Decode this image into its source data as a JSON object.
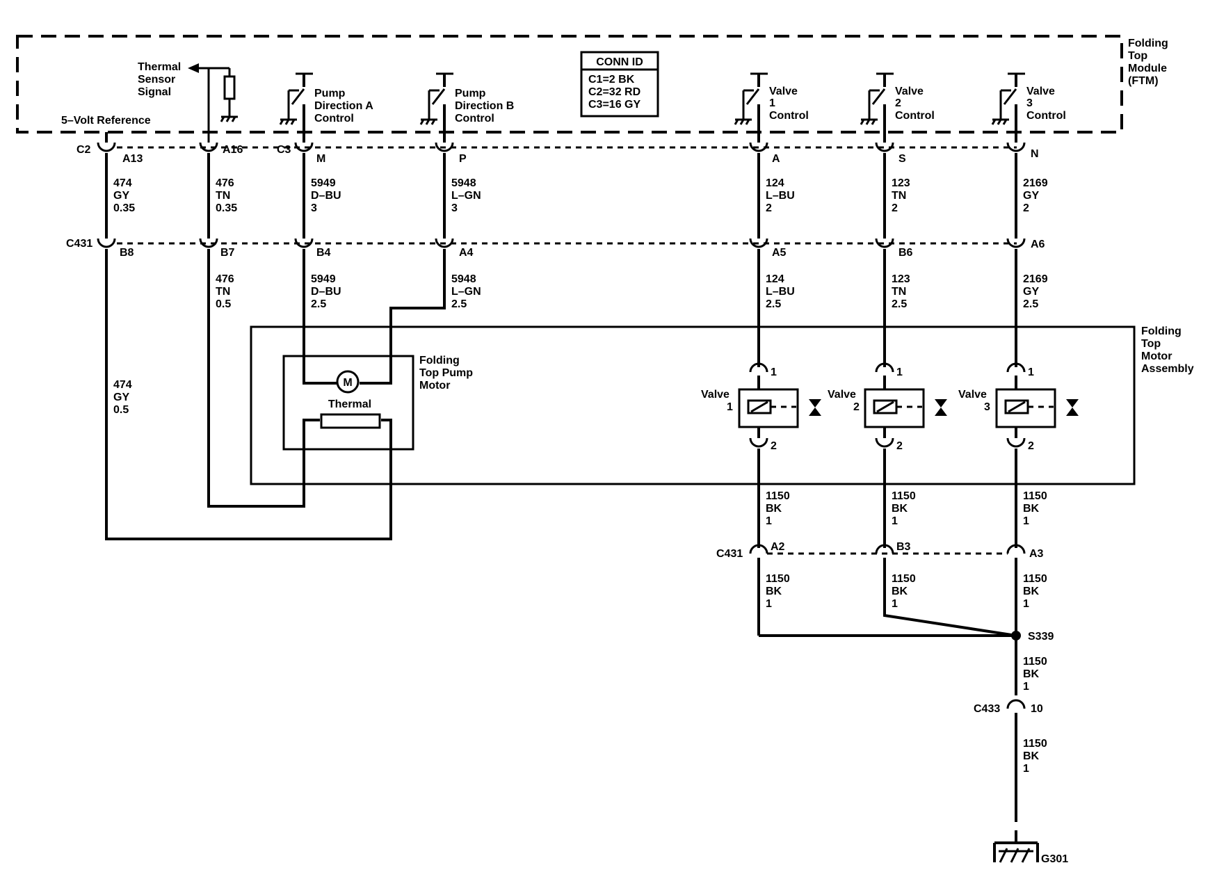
{
  "module": {
    "title": [
      "Folding",
      "Top",
      "Module",
      "(FTM)"
    ],
    "conn_id": {
      "title": "CONN ID",
      "lines": [
        "C1=2 BK",
        "C2=32 RD",
        "C3=16 GY"
      ]
    },
    "five_volt_label": "5–Volt Reference",
    "thermal_signal_label": [
      "Thermal",
      "Sensor",
      "Signal"
    ],
    "switches": [
      {
        "label": [
          "Pump",
          "Direction A",
          "Control"
        ]
      },
      {
        "label": [
          "Pump",
          "Direction B",
          "Control"
        ]
      },
      {
        "label": [
          "Valve",
          "1",
          "Control"
        ]
      },
      {
        "label": [
          "Valve",
          "2",
          "Control"
        ]
      },
      {
        "label": [
          "Valve",
          "3",
          "Control"
        ]
      }
    ]
  },
  "connectors": {
    "module_row": {
      "c2": "C2",
      "c3": "C3",
      "pins": [
        "A13",
        "A16",
        "M",
        "P",
        "A",
        "S",
        "N"
      ]
    },
    "c431_top": {
      "name": "C431",
      "pins": [
        "B8",
        "B7",
        "B4",
        "A4",
        "A5",
        "B6",
        "A6"
      ]
    },
    "c431_bottom": {
      "name": "C431",
      "pins": [
        "A2",
        "B3",
        "A3"
      ]
    },
    "c433": {
      "name": "C433",
      "pin": "10"
    }
  },
  "wires_upper": [
    [
      "474",
      "GY",
      "0.35"
    ],
    [
      "476",
      "TN",
      "0.35"
    ],
    [
      "5949",
      "D–BU",
      "3"
    ],
    [
      "5948",
      "L–GN",
      "3"
    ],
    [
      "124",
      "L–BU",
      "2"
    ],
    [
      "123",
      "TN",
      "2"
    ],
    [
      "2169",
      "GY",
      "2"
    ]
  ],
  "wires_lower": [
    [
      "476",
      "TN",
      "0.5"
    ],
    [
      "5949",
      "D–BU",
      "2.5"
    ],
    [
      "5948",
      "L–GN",
      "2.5"
    ],
    [
      "124",
      "L–BU",
      "2.5"
    ],
    [
      "123",
      "TN",
      "2.5"
    ],
    [
      "2169",
      "GY",
      "2.5"
    ]
  ],
  "wire_474_lower": [
    "474",
    "GY",
    "0.5"
  ],
  "motor_assembly": {
    "title": [
      "Folding",
      "Top",
      "Motor",
      "Assembly"
    ],
    "pump_motor_label": [
      "Folding",
      "Top Pump",
      "Motor"
    ],
    "motor_symbol": "M",
    "thermal_label": "Thermal",
    "valves": [
      {
        "label": "Valve",
        "num": "1",
        "pin_top": "1",
        "pin_bottom": "2"
      },
      {
        "label": "Valve",
        "num": "2",
        "pin_top": "1",
        "pin_bottom": "2"
      },
      {
        "label": "Valve",
        "num": "3",
        "pin_top": "1",
        "pin_bottom": "2"
      }
    ]
  },
  "ground_wires": {
    "v1_upper": [
      "1150",
      "BK",
      "1"
    ],
    "v2_upper": [
      "1150",
      "BK",
      "1"
    ],
    "v3_upper": [
      "1150",
      "BK",
      "1"
    ],
    "v1_lower": [
      "1150",
      "BK",
      "1"
    ],
    "v2_lower": [
      "1150",
      "BK",
      "1"
    ],
    "v3_lower": [
      "1150",
      "BK",
      "1"
    ],
    "splice_out": [
      "1150",
      "BK",
      "1"
    ],
    "final": [
      "1150",
      "BK",
      "1"
    ]
  },
  "splice": "S339",
  "ground": "G301"
}
